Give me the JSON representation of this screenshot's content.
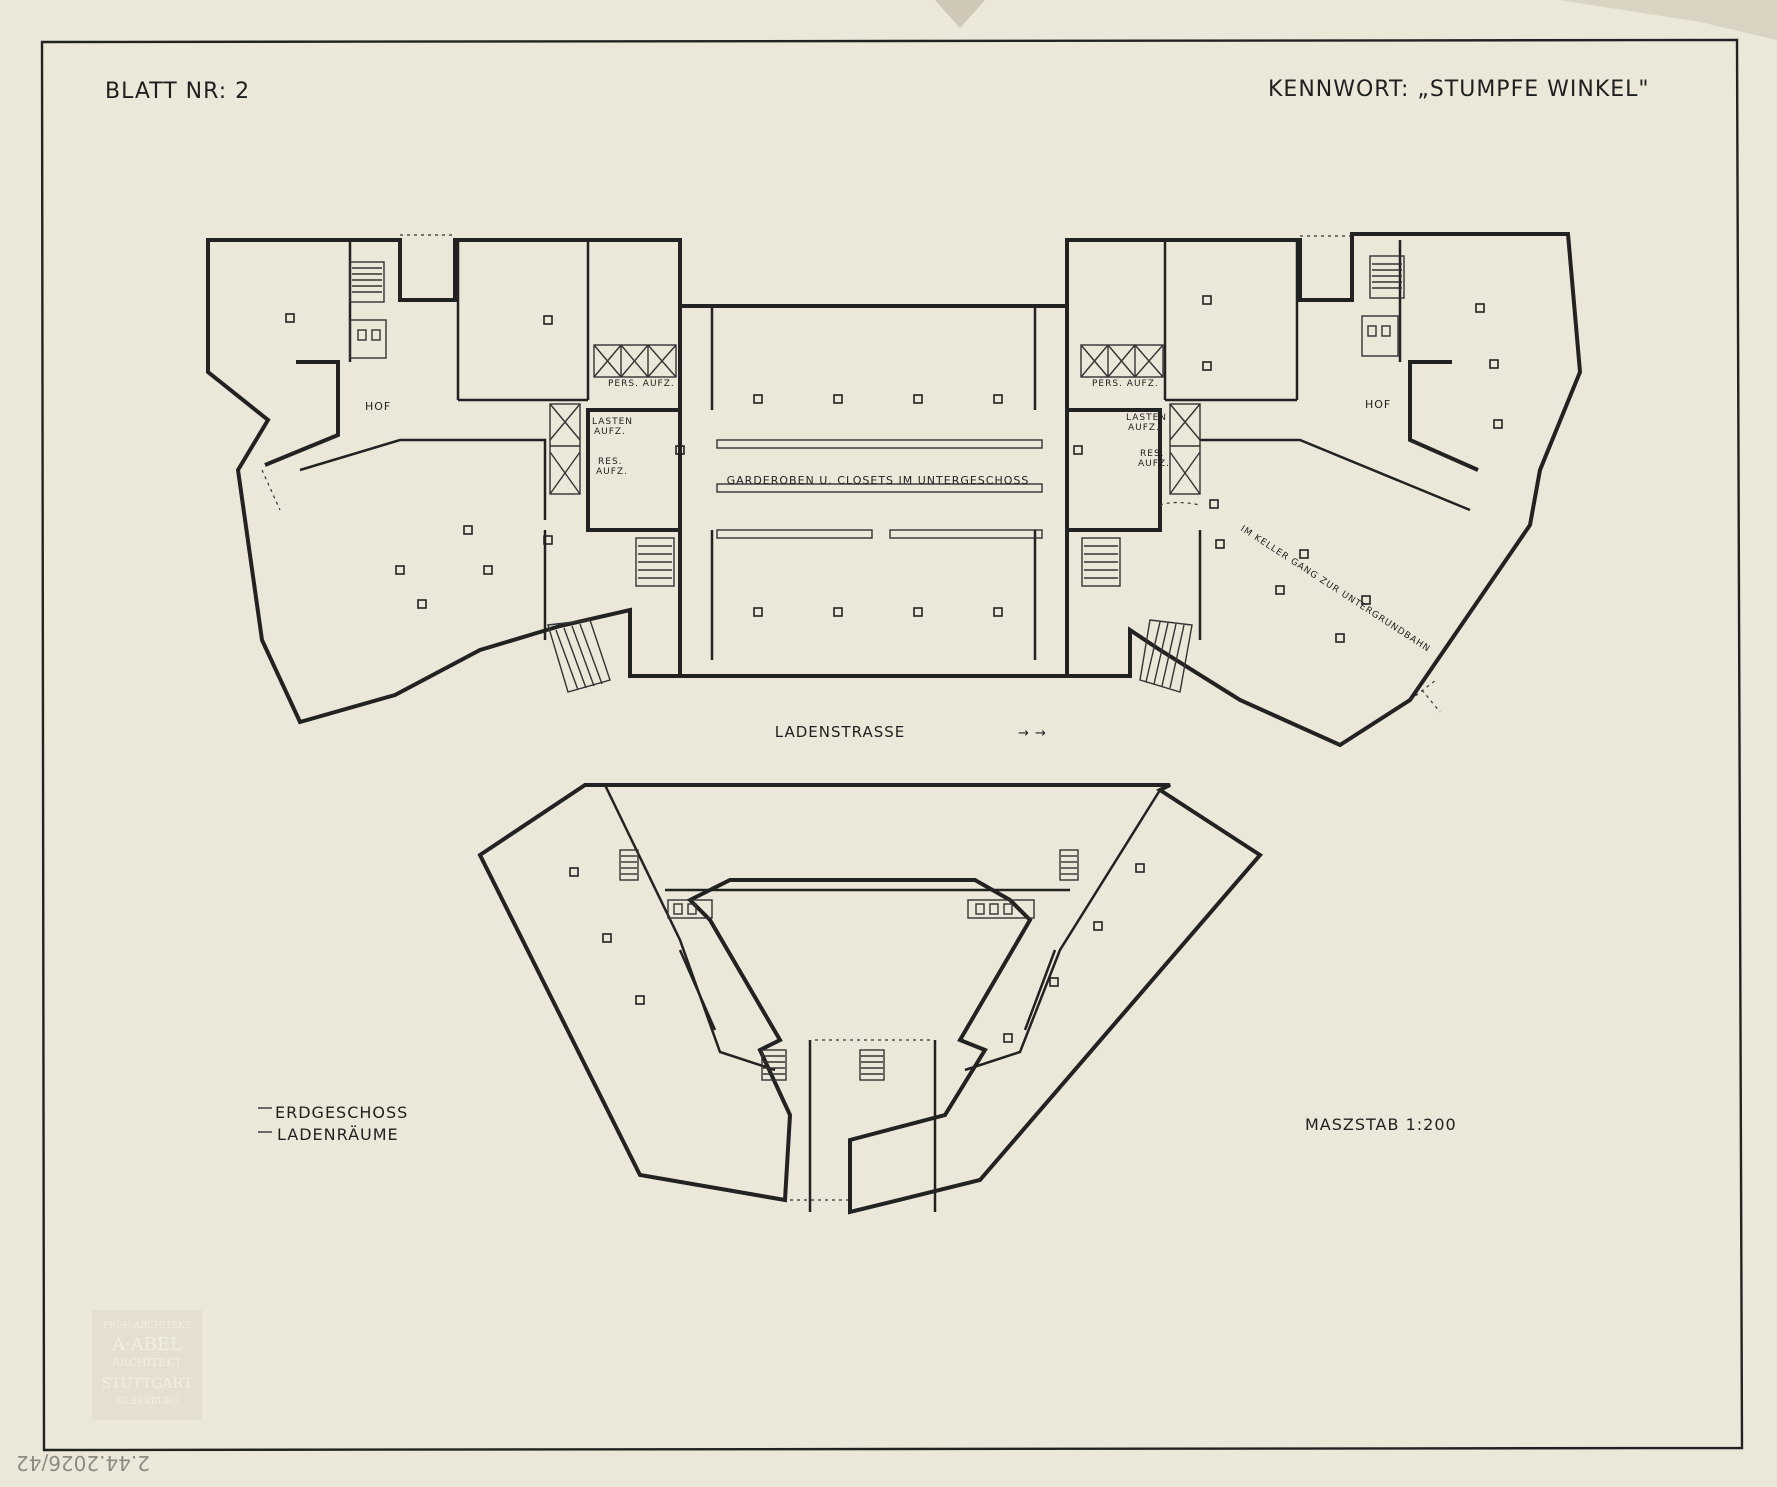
{
  "sheet": {
    "blatt": "BLATT NR: 2",
    "kennwort": "KENNWORT: „STUMPFE WINKEL\"",
    "floor_title": "ERDGESCHOSS",
    "floor_subtitle": "LADENRÄUME",
    "scale": "MASZSTAB 1:200",
    "handwritten_note": "2.44.2026/42"
  },
  "plan_upper": {
    "street": "LADENSTRASSE",
    "garderoben": "GARDEROBEN U. CLOSETS IM UNTERGESCHOSS",
    "keller": "IM KELLER GANG ZUR UNTERGRUNDBAHN",
    "left": {
      "hof": "HOF",
      "pers_aufz": "PERS. AUFZ.",
      "lasten_1": "LASTEN",
      "lasten_2": "AUFZ.",
      "res_1": "RES.",
      "res_2": "AUFZ."
    },
    "right": {
      "hof": "HOF",
      "pers_aufz": "PERS. AUFZ.",
      "lasten_1": "LASTEN",
      "lasten_2": "AUFZ.",
      "res_1": "RES.",
      "res_2": "AUFZ."
    }
  },
  "stamp": {
    "line1": "PROF.-ARCHITEKT",
    "line2": "A·ABEL",
    "line3": "ARCHITEKT",
    "line4": "STUTTGART",
    "line5": "SILBERBURG"
  }
}
